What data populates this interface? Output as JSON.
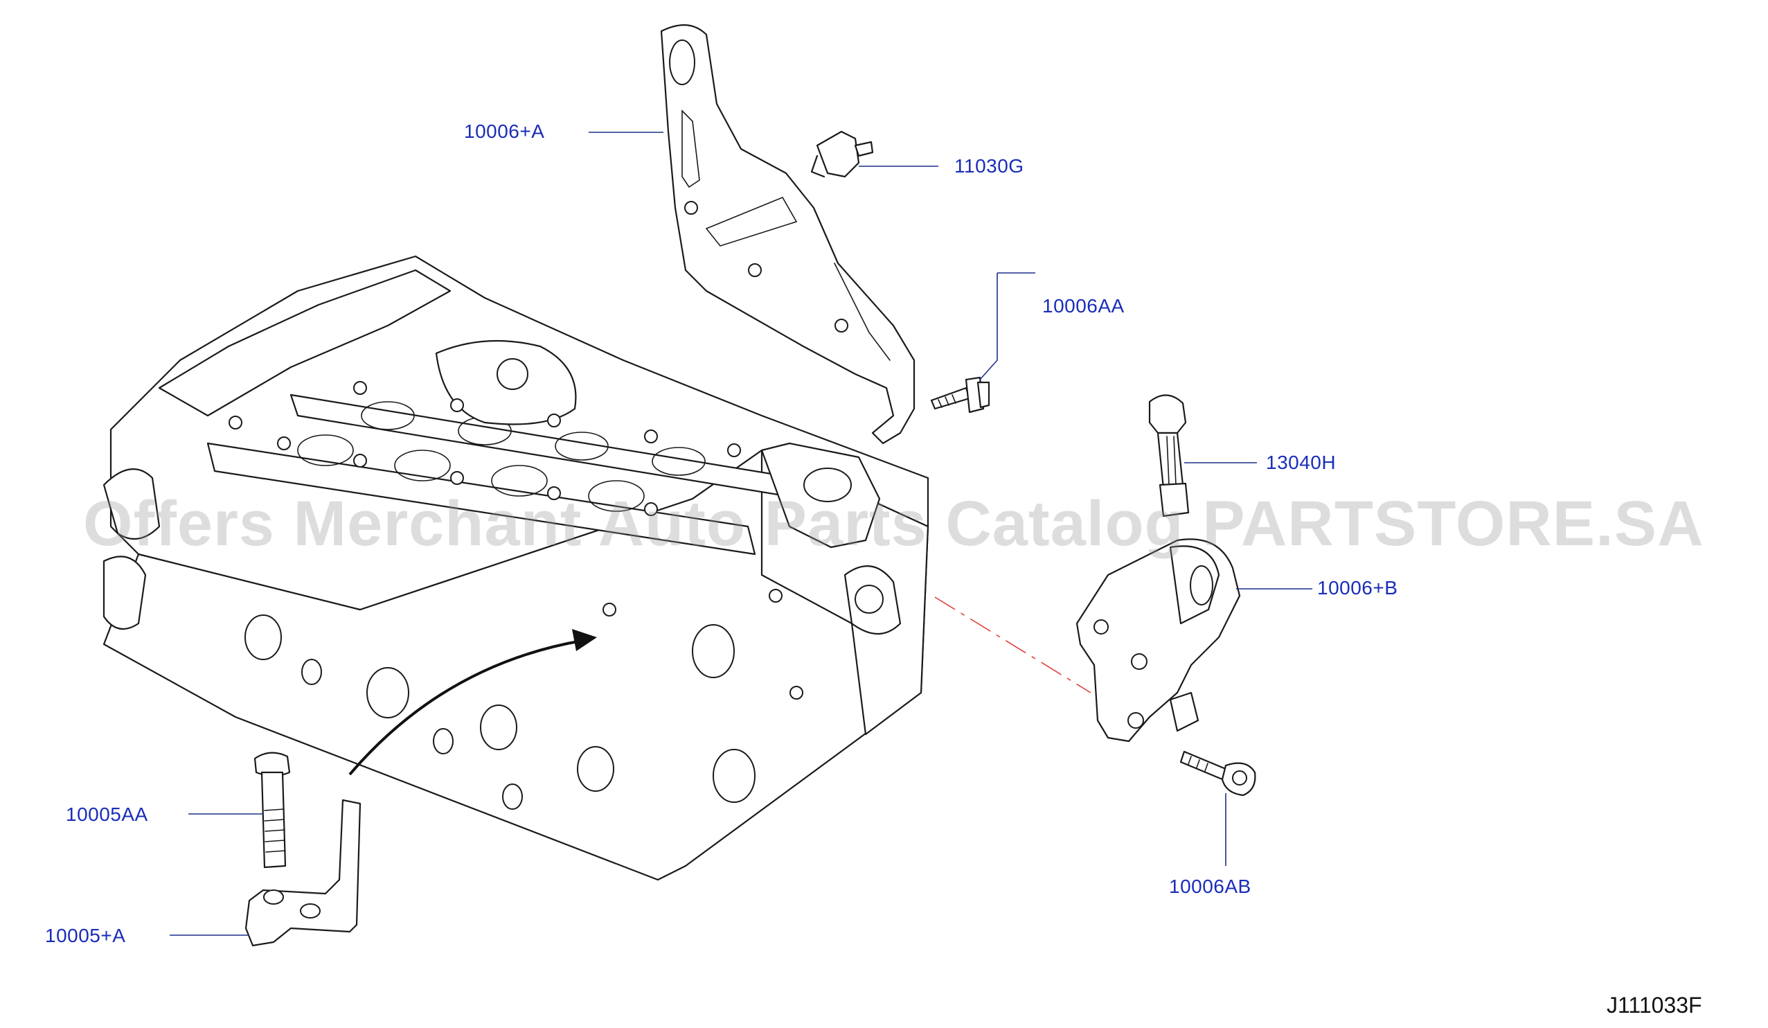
{
  "callouts": {
    "c_10006A": "10006+A",
    "c_11030G": "11030G",
    "c_10006AA": "10006AA",
    "c_13040H": "13040H",
    "c_10006B": "10006+B",
    "c_10006AB": "10006AB",
    "c_10005AA": "10005AA",
    "c_10005A": "10005+A"
  },
  "diagram_code": "J111033F",
  "watermark": "Offers Merchant Auto Parts Catalog PARTSTORE.SA",
  "colors": {
    "callout_text": "#1a2db8",
    "leader_line": "#1b2f8a",
    "hidden_line": "#e0403a",
    "drawing_line": "#1a1a1a"
  }
}
